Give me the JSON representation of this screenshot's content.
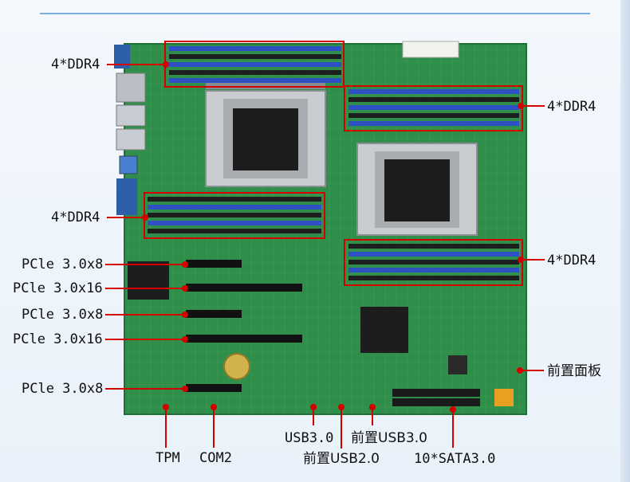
{
  "colors": {
    "pcb": "#2f8f4a",
    "pcb_dark": "#1f6f36",
    "callout": "#d40000",
    "dimm_blue": "#2f4fc4",
    "dimm_black": "#1e1e1e"
  },
  "callouts": {
    "ddr_top_left": "4*DDR4",
    "ddr_top_right": "4*DDR4",
    "ddr_mid_left": "4*DDR4",
    "ddr_mid_right": "4*DDR4",
    "pcie_1": "PCle 3.0x8",
    "pcie_2": "PCle 3.0x16",
    "pcie_3": "PCle 3.0x8",
    "pcie_4": "PCle 3.0x16",
    "pcie_5": "PCle 3.0x8",
    "front_panel": "前置面板",
    "tpm": "TPM",
    "com2": "COM2",
    "usb30": "USB3.0",
    "front_usb30": "前置USB3.0",
    "front_usb20": "前置USB2.0",
    "sata": "10*SATA3.0"
  }
}
